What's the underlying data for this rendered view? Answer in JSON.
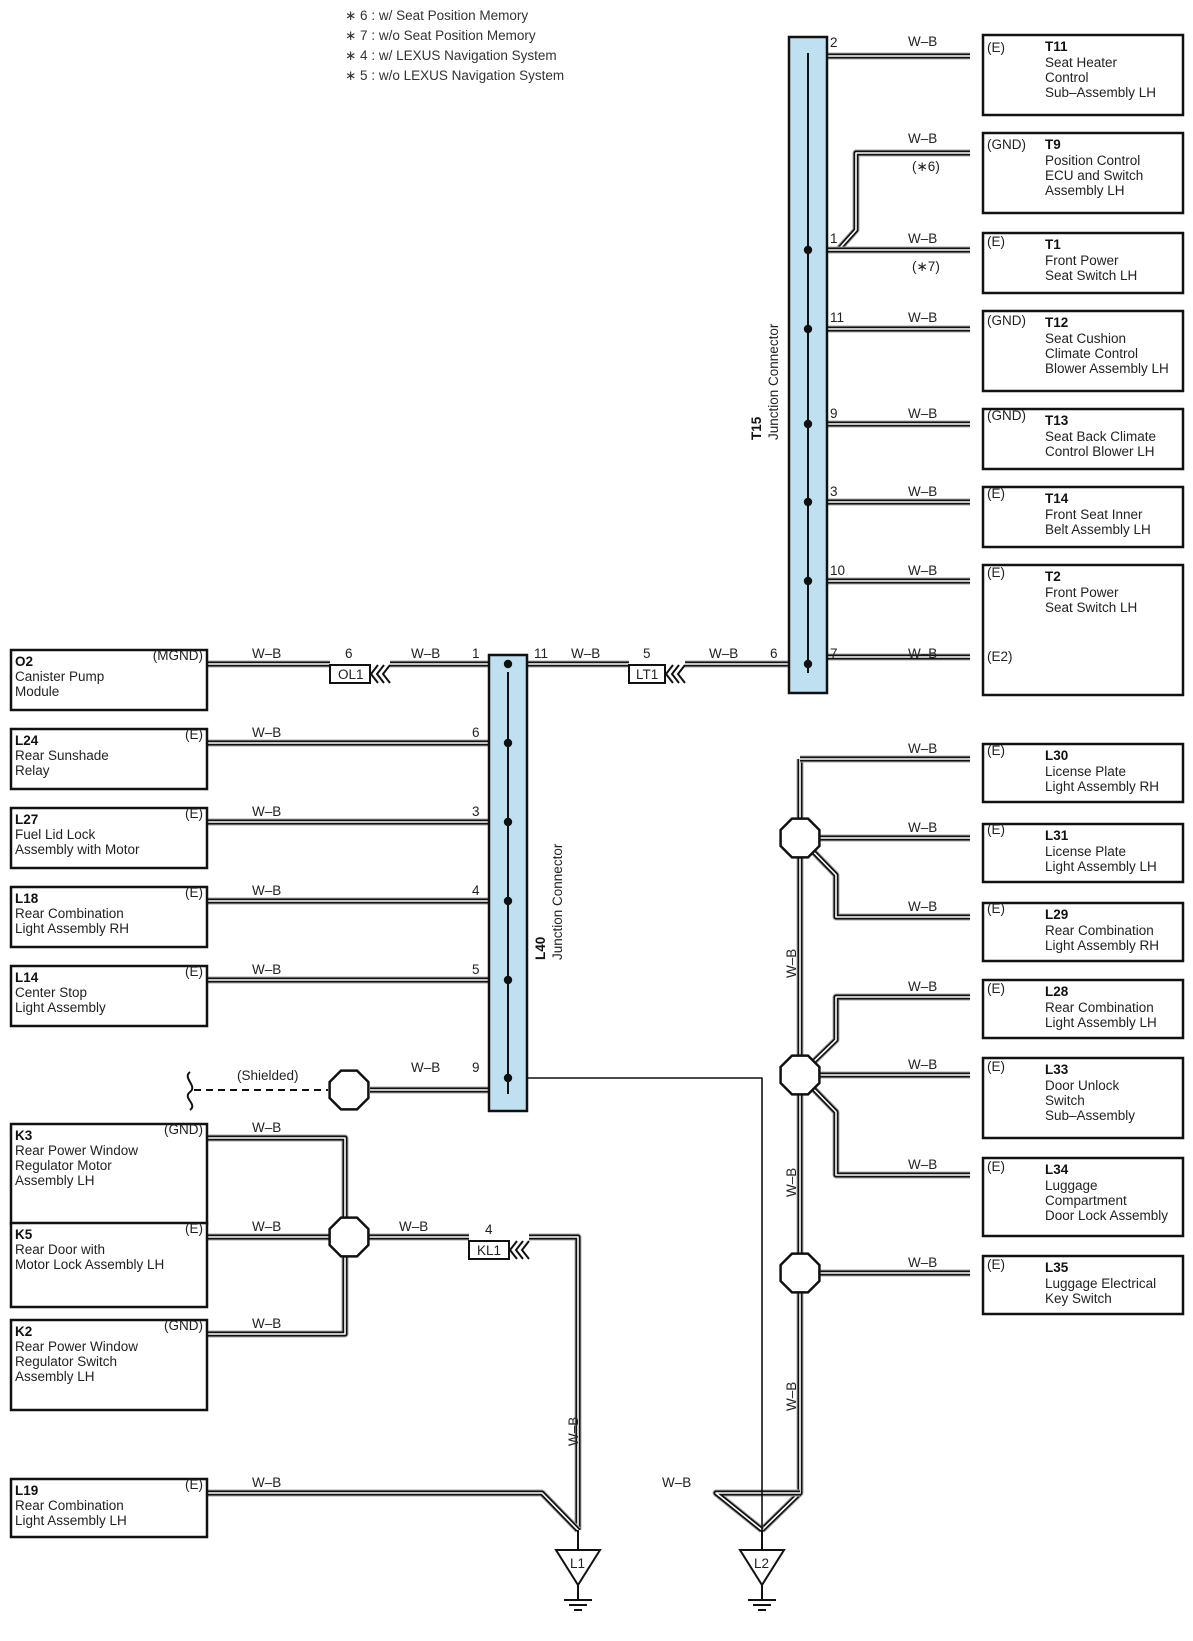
{
  "notes": [
    "∗ 6 : w/ Seat Position Memory",
    "∗ 7 : w/o Seat Position Memory",
    "∗ 4 : w/ LEXUS Navigation System",
    "∗ 5 : w/o LEXUS Navigation System"
  ],
  "wire_color": "W–B",
  "junctions": {
    "t15": {
      "id": "T15",
      "name": "Junction Connector",
      "pins": [
        "2",
        "1",
        "11",
        "9",
        "3",
        "10",
        "6",
        "7"
      ]
    },
    "l40": {
      "id": "L40",
      "name": "Junction Connector",
      "pins": [
        "1",
        "11",
        "6",
        "3",
        "4",
        "5",
        "9"
      ]
    }
  },
  "inline_connectors": {
    "ol1": {
      "id": "OL1",
      "pin": "6"
    },
    "lt1": {
      "id": "LT1",
      "pin": "5"
    },
    "kl1": {
      "id": "KL1",
      "pin": "4"
    }
  },
  "shielded_label": "(Shielded)",
  "option_marks": {
    "t9": "(∗6)",
    "t1": "(∗7)"
  },
  "grounds": [
    "L1",
    "L2"
  ],
  "right_components": [
    {
      "id": "T11",
      "pin": "(E)",
      "lines": [
        "Seat Heater",
        "Control",
        "Sub–Assembly LH"
      ]
    },
    {
      "id": "T9",
      "pin": "(GND)",
      "lines": [
        "Position Control",
        "ECU and Switch",
        "Assembly LH"
      ]
    },
    {
      "id": "T1",
      "pin": "(E)",
      "lines": [
        "Front Power",
        "Seat Switch LH"
      ]
    },
    {
      "id": "T12",
      "pin": "(GND)",
      "lines": [
        "Seat Cushion",
        "Climate Control",
        "Blower Assembly LH"
      ]
    },
    {
      "id": "T13",
      "pin": "(GND)",
      "lines": [
        "Seat Back Climate",
        "Control Blower LH"
      ]
    },
    {
      "id": "T14",
      "pin": "(E)",
      "lines": [
        "Front Seat Inner",
        "Belt Assembly LH"
      ]
    },
    {
      "id": "T2",
      "pin": "(E)",
      "pin2": "(E2)",
      "lines": [
        "Front Power",
        "Seat Switch LH"
      ]
    },
    {
      "id": "L30",
      "pin": "(E)",
      "lines": [
        "License Plate",
        "Light Assembly RH"
      ]
    },
    {
      "id": "L31",
      "pin": "(E)",
      "lines": [
        "License Plate",
        "Light Assembly LH"
      ]
    },
    {
      "id": "L29",
      "pin": "(E)",
      "lines": [
        "Rear Combination",
        "Light Assembly RH"
      ]
    },
    {
      "id": "L28",
      "pin": "(E)",
      "lines": [
        "Rear Combination",
        "Light Assembly LH"
      ]
    },
    {
      "id": "L33",
      "pin": "(E)",
      "lines": [
        "Door Unlock",
        "Switch",
        "Sub–Assembly"
      ]
    },
    {
      "id": "L34",
      "pin": "(E)",
      "lines": [
        "Luggage",
        "Compartment",
        "Door Lock Assembly"
      ]
    },
    {
      "id": "L35",
      "pin": "(E)",
      "lines": [
        "Luggage Electrical",
        "Key Switch"
      ]
    }
  ],
  "left_components": [
    {
      "id": "O2",
      "pin": "(MGND)",
      "lines": [
        "Canister Pump",
        "Module"
      ]
    },
    {
      "id": "L24",
      "pin": "(E)",
      "lines": [
        "Rear Sunshade",
        "Relay"
      ]
    },
    {
      "id": "L27",
      "pin": "(E)",
      "lines": [
        "Fuel Lid Lock",
        "Assembly with Motor"
      ]
    },
    {
      "id": "L18",
      "pin": "(E)",
      "lines": [
        "Rear Combination",
        "Light Assembly RH"
      ]
    },
    {
      "id": "L14",
      "pin": "(E)",
      "lines": [
        "Center Stop",
        "Light Assembly"
      ]
    },
    {
      "id": "K3",
      "pin": "(GND)",
      "lines": [
        "Rear Power Window",
        "Regulator Motor",
        "Assembly LH"
      ]
    },
    {
      "id": "K5",
      "pin": "(E)",
      "lines": [
        "Rear Door with",
        "Motor Lock Assembly LH"
      ]
    },
    {
      "id": "K2",
      "pin": "(GND)",
      "lines": [
        "Rear Power Window",
        "Regulator Switch",
        "Assembly LH"
      ]
    },
    {
      "id": "L19",
      "pin": "(E)",
      "lines": [
        "Rear Combination",
        "Light Assembly LH"
      ]
    }
  ],
  "colors": {
    "junction_fill": "#bfe0f0",
    "line": "#111111",
    "wire_shadow": "#aaaaaa"
  }
}
